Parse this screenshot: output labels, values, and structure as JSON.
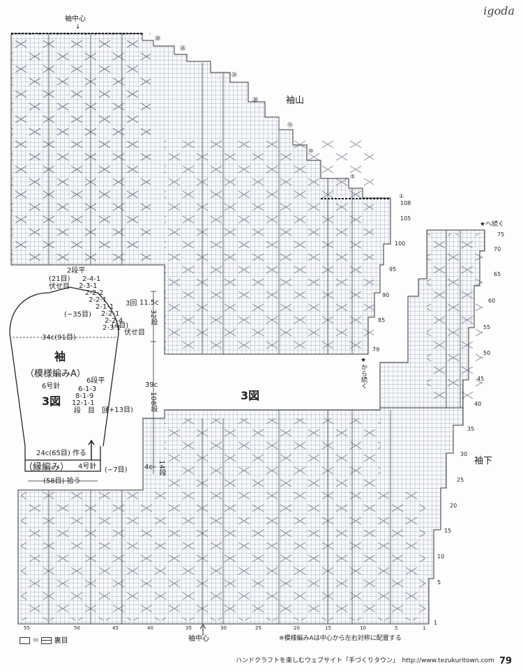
{
  "brand": "igoda",
  "labels": {
    "sleeve_center_top": "袖中心",
    "sleeve_cap": "袖山",
    "figure3": "3図",
    "sleeve_under": "袖下",
    "sleeve_center_bottom": "袖中心",
    "continue_top": "★へ続く",
    "continue_side": "★から続く"
  },
  "schematic": {
    "title": "袖",
    "pattern": "（模様編みA）",
    "needle": "6号針",
    "figure": "3図",
    "top_flat": "2段平",
    "bind_off_count": "(21目)",
    "bind_off_label": "伏せ目",
    "dec_lines": [
      "2-4-1",
      "2-3-1",
      "2-2-2",
      "2-2-1",
      "2-1-1",
      "2-2-1",
      "2-2-4",
      "2-3-1"
    ],
    "dec_bracket": "3回",
    "dec_total": "(−35目)",
    "side_count": "(4目)",
    "side_bind": "伏せ目",
    "width_top": "34c(91目)",
    "inc_lines": [
      "6段平",
      "6-1-3",
      "8-1-9",
      "12-1-1"
    ],
    "inc_header": "段　目　回",
    "inc_total": "(+13目)",
    "cap_height": "11.5c",
    "cap_rows": "32段",
    "body_height": "39c",
    "body_rows": "108段",
    "rib_height": "4c",
    "rib_rows": "14段",
    "cast_on": "24c(65目) 作る",
    "ribbing": "（縁編み）",
    "rib_needle": "4号針",
    "rib_dec": "(−7目)",
    "pickup": "(58目) 拾う"
  },
  "row_markers_cap": [
    "㉚",
    "㉖",
    "㉕",
    "⑳",
    "⑮",
    "⑩",
    "⑤",
    "①"
  ],
  "row_markers_top": [
    "108",
    "105",
    "100",
    "95",
    "90",
    "85",
    "79"
  ],
  "row_markers_under": [
    "75",
    "70",
    "65",
    "60",
    "55",
    "50",
    "45",
    "40",
    "35",
    "30",
    "25",
    "20",
    "15",
    "10",
    "5",
    "1"
  ],
  "col_numbers": [
    "55",
    "50",
    "45",
    "40",
    "35",
    "30",
    "25",
    "20",
    "15",
    "10",
    "5",
    "1"
  ],
  "legend": {
    "symbol_note": "＝",
    "meaning": "裏目",
    "note": "※模様編みAは中心から左右対称に配置する"
  },
  "footer": {
    "site": "ハンドクラフトを楽しむウェブサイト「手づくりタウン」　http://www.tezukuritown.com",
    "page": "79"
  }
}
